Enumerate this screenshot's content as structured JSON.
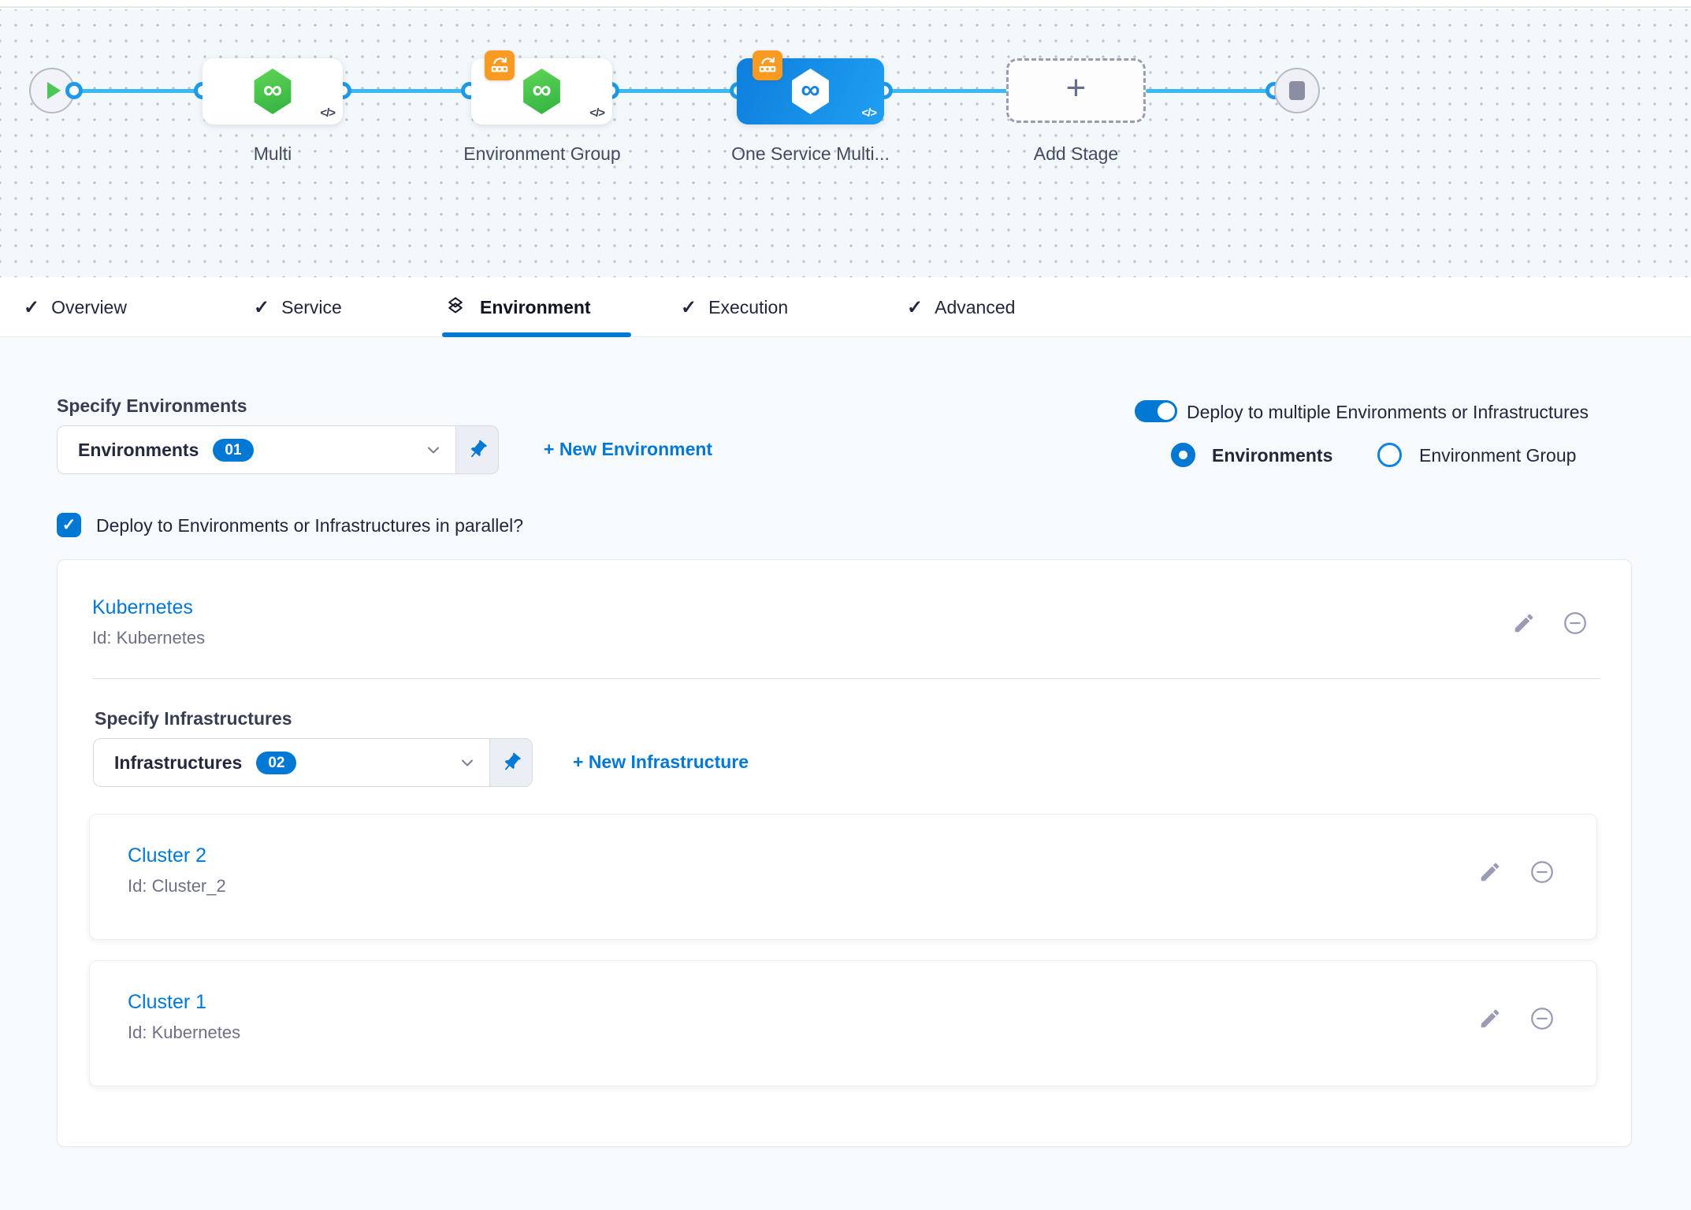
{
  "pipeline": {
    "stages": [
      {
        "label": "Multi"
      },
      {
        "label": "Environment Group"
      },
      {
        "label": "One Service Multi..."
      },
      {
        "label": "Add Stage"
      }
    ],
    "code_glyph": "</>",
    "infinity_glyph": "∞",
    "add_glyph": "+"
  },
  "tabs": {
    "items": [
      {
        "label": "Overview",
        "check": "✓"
      },
      {
        "label": "Service",
        "check": "✓"
      },
      {
        "label": "Environment"
      },
      {
        "label": "Execution",
        "check": "✓"
      },
      {
        "label": "Advanced",
        "check": "✓"
      }
    ]
  },
  "environment_panel": {
    "specify_environments_label": "Specify Environments",
    "environments_select": {
      "value": "Environments",
      "count_badge": "01"
    },
    "new_environment_link": "+ New Environment",
    "deploy_multiple_toggle_label": "Deploy to multiple Environments or Infrastructures",
    "radio_environments_label": "Environments",
    "radio_environment_group_label": "Environment Group",
    "parallel_checkbox_label": "Deploy to Environments or Infrastructures in parallel?",
    "checkbox_glyph": "✓",
    "environment_card": {
      "name": "Kubernetes",
      "id": "Id: Kubernetes",
      "specify_infrastructures_label": "Specify Infrastructures",
      "infrastructures_select": {
        "value": "Infrastructures",
        "count_badge": "02"
      },
      "new_infrastructure_link": "+ New Infrastructure",
      "infrastructures": [
        {
          "name": "Cluster 2",
          "id": "Id: Cluster_2"
        },
        {
          "name": "Cluster 1",
          "id": "Id: Kubernetes"
        }
      ]
    }
  },
  "colors": {
    "accent_blue": "#0278d5",
    "pipeline_line_blue": "#3ab9f3",
    "service_green": "#42c74c",
    "rolling_orange": "#f99b23"
  }
}
